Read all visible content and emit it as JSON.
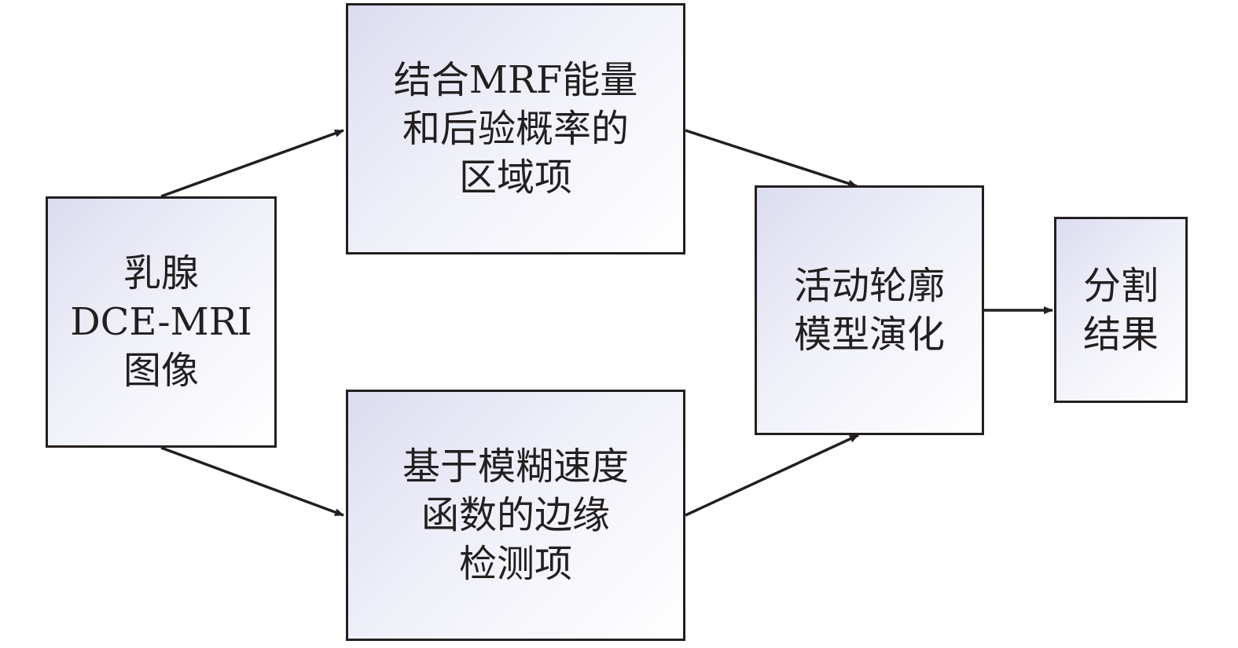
{
  "nodes": {
    "input": {
      "lines": [
        "乳腺",
        "DCE-MRI",
        "图像"
      ]
    },
    "region": {
      "lines": [
        "结合MRF能量",
        "和后验概率的",
        "区域项"
      ]
    },
    "edge": {
      "lines": [
        "基于模糊速度",
        "函数的边缘",
        "检测项"
      ]
    },
    "contour": {
      "lines": [
        "活动轮廓",
        "模型演化"
      ]
    },
    "result": {
      "lines": [
        "分割",
        "结果"
      ]
    }
  },
  "edges": [
    {
      "from": "input",
      "to": "region"
    },
    {
      "from": "input",
      "to": "edge"
    },
    {
      "from": "region",
      "to": "contour"
    },
    {
      "from": "edge",
      "to": "contour"
    },
    {
      "from": "contour",
      "to": "result"
    }
  ],
  "colors": {
    "stroke": "#231f20",
    "fill_start": "#dcdcf0",
    "fill_end": "#ffffff"
  }
}
